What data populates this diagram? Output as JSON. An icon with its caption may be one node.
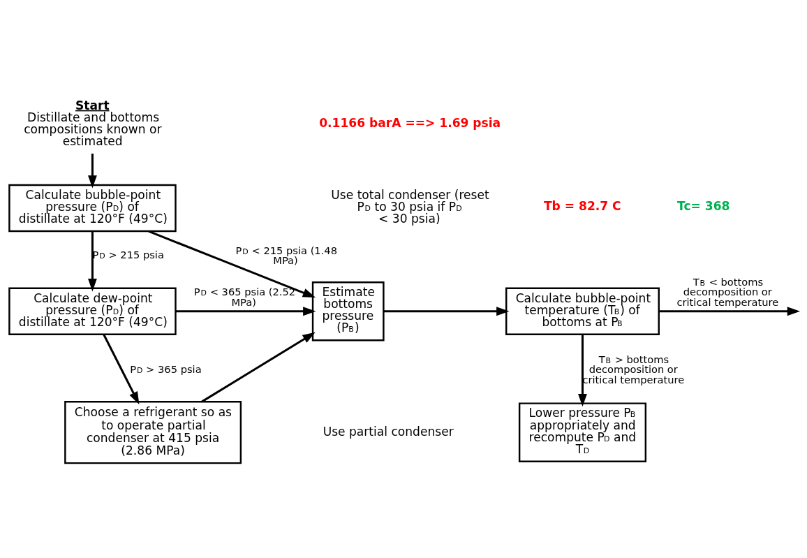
{
  "diagram": {
    "nodes": [
      {
        "text": [
          "Start",
          "Distillate and bottoms compositions known or estimated"
        ]
      },
      {
        "text": [
          "Calculate bubble-point pressure (P$_{D}$) of distillate at 120°F (49°C)"
        ]
      },
      {
        "text": [
          "Calculate dew-point pressure (P$_{D}$) of distillate at 120°F (49°C)"
        ]
      },
      {
        "text": [
          "Choose a refrigerant so as to operate partial condenser at 415 psia (2.86 MPa)"
        ]
      },
      {
        "text": [
          "Estimate bottoms pressure (P$_{B}$)"
        ]
      },
      {
        "text": [
          "Calculate bubble-point temperature (T$_{B}$) of bottoms at P$_{B}$"
        ]
      },
      {
        "text": [
          "Lower pressure P$_{B}$ appropriately and recompute P$_{D}$ and T$_{D}$"
        ]
      }
    ],
    "edges": [
      {
        "from": 0,
        "to": 1,
        "arrow": "to"
      },
      {
        "from": 1,
        "to": 4,
        "arrow": "to",
        "label": "P$_{D}$ < 215 psia (1.48 MPa)"
      },
      {
        "from": 1,
        "to": 2,
        "arrow": "to",
        "label": "P$_{D}$ > 215 psia"
      },
      {
        "from": 2,
        "to": 4,
        "arrow": "to",
        "label": "P$_{D}$ < 365 psia (2.52 MPa)"
      },
      {
        "from": 2,
        "to": 3,
        "arrow": "to",
        "label": "P$_{D}$ > 365 psia"
      },
      {
        "from": 3,
        "to": 4,
        "arrow": "to"
      },
      {
        "from": 4,
        "to": 5,
        "arrow": "to"
      },
      {
        "from": 5,
        "to": null,
        "arrow": "to",
        "label": "T$_{B}$ < bottoms decomposition or critical temperature"
      },
      {
        "from": 5,
        "to": 6,
        "arrow": "to",
        "label": "T$_{B}$ > bottoms decomposition or critical temperature"
      }
    ],
    "labels": [
      "0.1166 barA ==> 1.69 psia",
      "Use total condenser (reset P$_{D}$ to 30 psia if P$_{D}$ < 30 psia)",
      "Use partial condenser",
      "Tb = 82.7 C",
      "Tc= 368"
    ]
  }
}
